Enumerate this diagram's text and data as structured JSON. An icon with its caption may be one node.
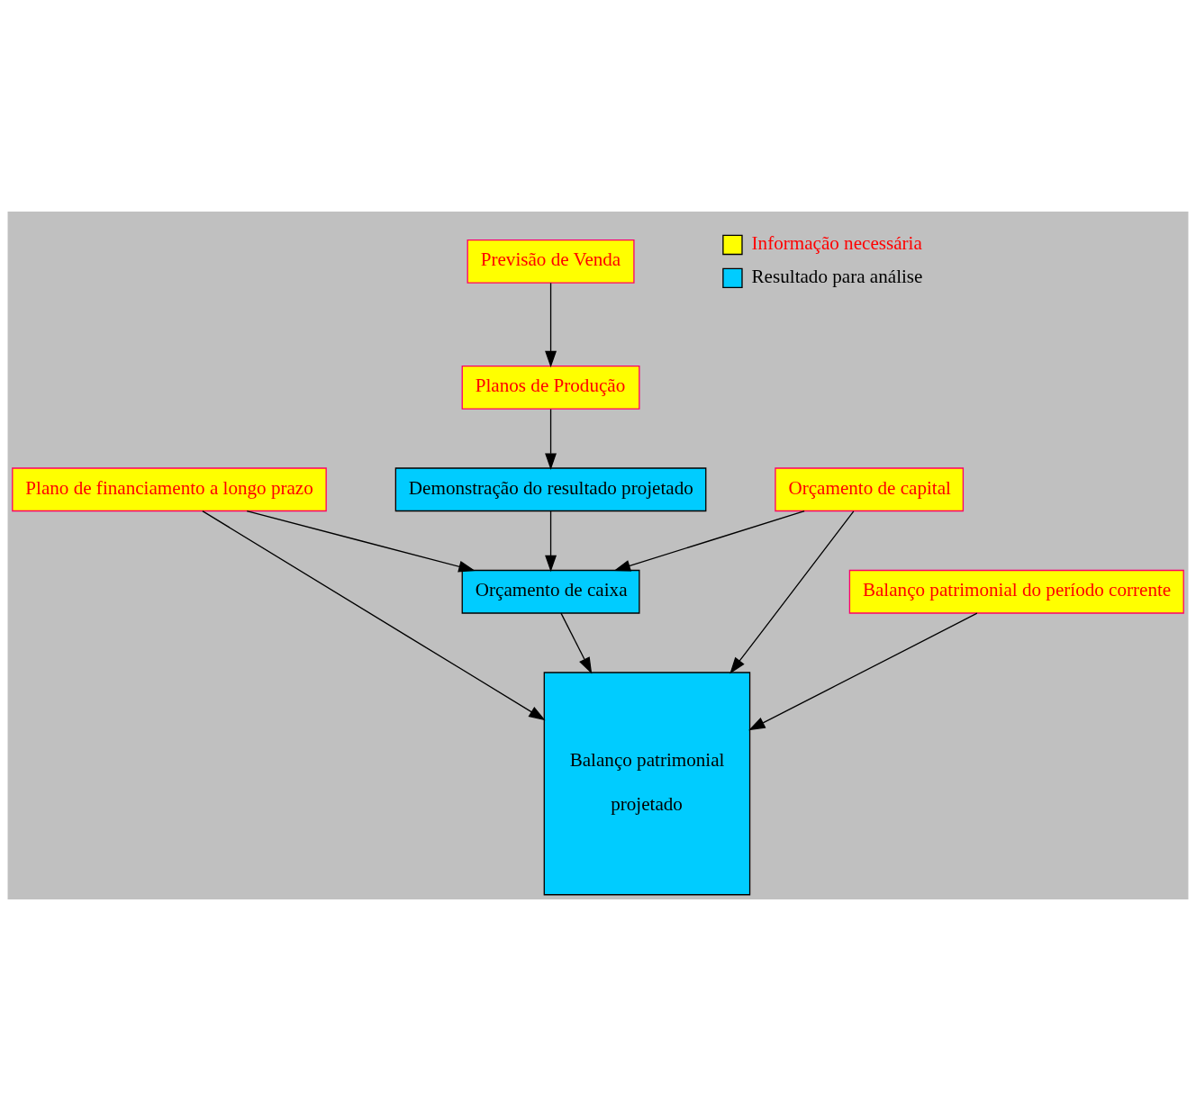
{
  "diagram": {
    "nodes": [
      {
        "text": [
          "Previsão de Venda"
        ]
      },
      {
        "text": [
          "Planos de Produção"
        ]
      },
      {
        "text": [
          "Plano de financiamento a longo prazo"
        ]
      },
      {
        "text": [
          "Demonstração do resultado projetado"
        ]
      },
      {
        "text": [
          "Orçamento de caixa"
        ]
      },
      {
        "text": [
          "Orçamento de capital"
        ]
      },
      {
        "text": [
          "Balanço patrimonial do período corrente"
        ]
      },
      {
        "text": [
          "Balanço patrimonial",
          "projetado"
        ]
      }
    ],
    "edges": [
      {
        "from": 0,
        "to": 1,
        "arrow": "to"
      },
      {
        "from": 1,
        "to": 3,
        "arrow": "to"
      },
      {
        "from": 2,
        "to": 4,
        "arrow": "to"
      },
      {
        "from": 3,
        "to": 4,
        "arrow": "to"
      },
      {
        "from": 5,
        "to": 4,
        "arrow": "to"
      },
      {
        "from": 4,
        "to": 7,
        "arrow": "to"
      },
      {
        "from": 5,
        "to": 7,
        "arrow": "to"
      },
      {
        "from": 2,
        "to": 7,
        "arrow": "to"
      },
      {
        "from": 6,
        "to": 7,
        "arrow": "to"
      }
    ],
    "legend": [
      {
        "text": "Informação necessária",
        "color": "#ffff00"
      },
      {
        "text": "Resultado para análise",
        "color": "#00ccff"
      }
    ]
  }
}
